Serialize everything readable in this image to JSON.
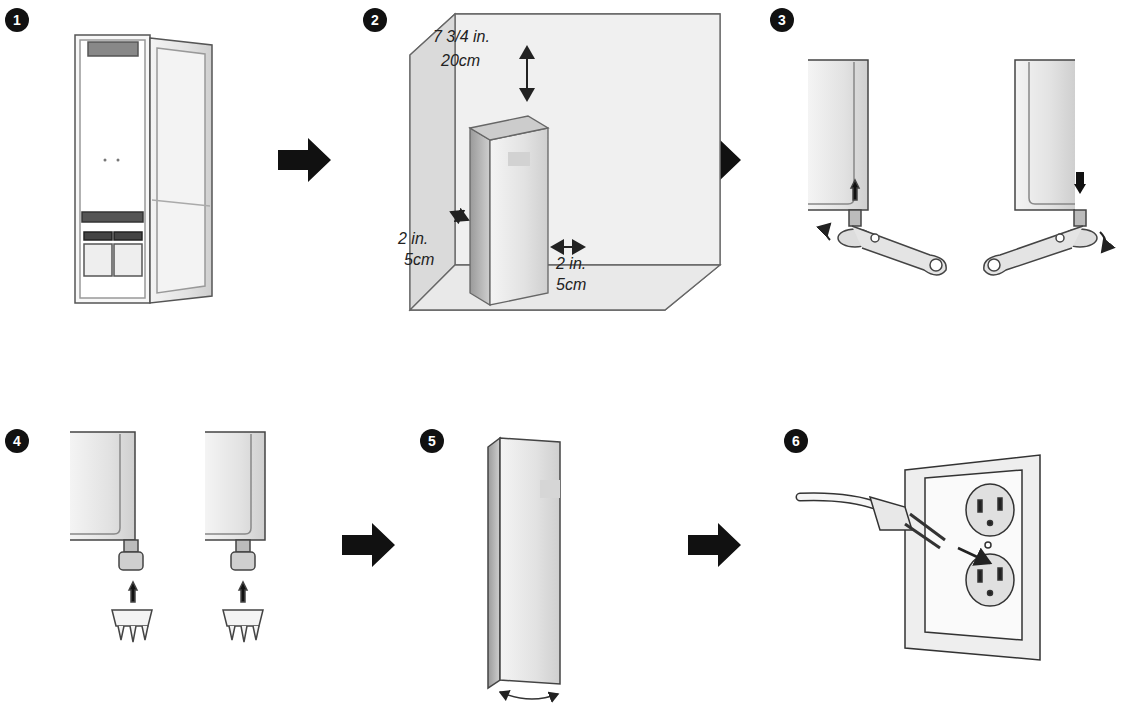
{
  "diagram": {
    "nodes": [
      {
        "text": [
          "1"
        ]
      },
      {
        "text": [
          "2"
        ]
      },
      {
        "text": [
          "3"
        ]
      },
      {
        "text": [
          "4"
        ]
      },
      {
        "text": [
          "5"
        ]
      },
      {
        "text": [
          "6"
        ]
      }
    ],
    "labels": [
      "7 3/4 in.",
      "20cm",
      "2 in.",
      "5cm",
      "2 in.",
      "5cm"
    ]
  }
}
